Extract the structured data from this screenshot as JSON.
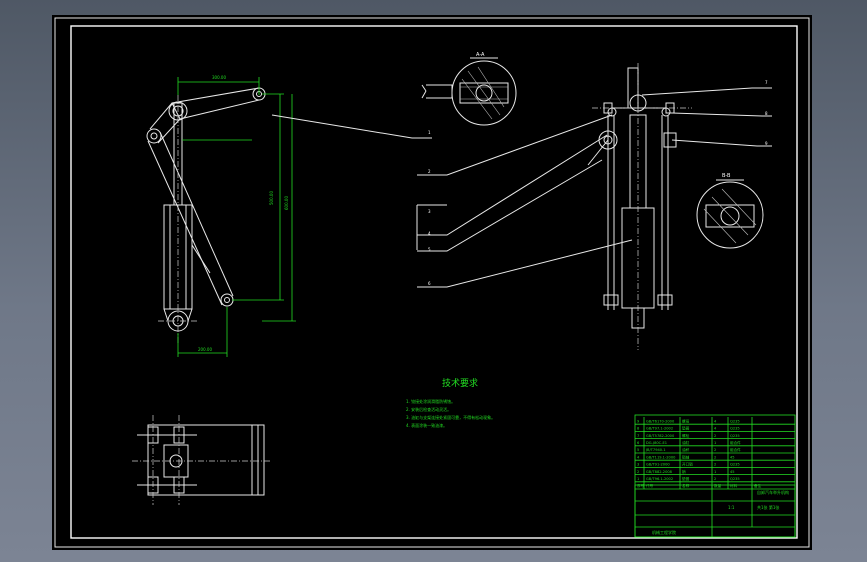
{
  "notes": {
    "title": "技术要求",
    "items": [
      "1. 铰接处涂润滑脂防锈蚀。",
      "2. 安装后检查活动灵活。",
      "3. 油缸与支架连接处紧固可靠，不得有松动现象。",
      "4. 表面涂装一致油漆。"
    ]
  },
  "leaders": [
    "1",
    "2",
    "3",
    "4",
    "5",
    "6",
    "7",
    "8",
    "9"
  ],
  "dims": {
    "top": "300.00",
    "h1": "500.00",
    "h2": "600.00",
    "bottom": "200.00"
  },
  "section_labels": [
    "A-A",
    "B-B"
  ],
  "bom": {
    "rows": [
      [
        "9",
        "GB/T6170-2000",
        "螺母",
        "4",
        "Q235",
        ""
      ],
      [
        "8",
        "GB/T97.1-2002",
        "垫圈",
        "4",
        "Q235",
        ""
      ],
      [
        "7",
        "GB/T5782-2000",
        "螺栓",
        "2",
        "Q235",
        ""
      ],
      [
        "6",
        "DG-J80C-E1",
        "油缸",
        "1",
        "组合件",
        ""
      ],
      [
        "5",
        "JB/T7940.1",
        "油杯",
        "2",
        "组合件",
        ""
      ],
      [
        "4",
        "GB/T119.1-2000",
        "销轴",
        "2",
        "45",
        ""
      ],
      [
        "3",
        "GB/T91-2000",
        "开口销",
        "2",
        "Q235",
        ""
      ],
      [
        "2",
        "GB/T882-2008",
        "销",
        "1",
        "45",
        ""
      ],
      [
        "1",
        "GB/T96.1-2002",
        "垫圈",
        "2",
        "Q235",
        ""
      ]
    ],
    "header": [
      "序号",
      "代号",
      "名称",
      "数量",
      "材料",
      "备注"
    ]
  },
  "title_block": {
    "drawing_name": "自卸汽车举升机构",
    "scale": "1:1",
    "school": "机械工程学院",
    "weight": "",
    "sheet": "共1张 第1张"
  }
}
